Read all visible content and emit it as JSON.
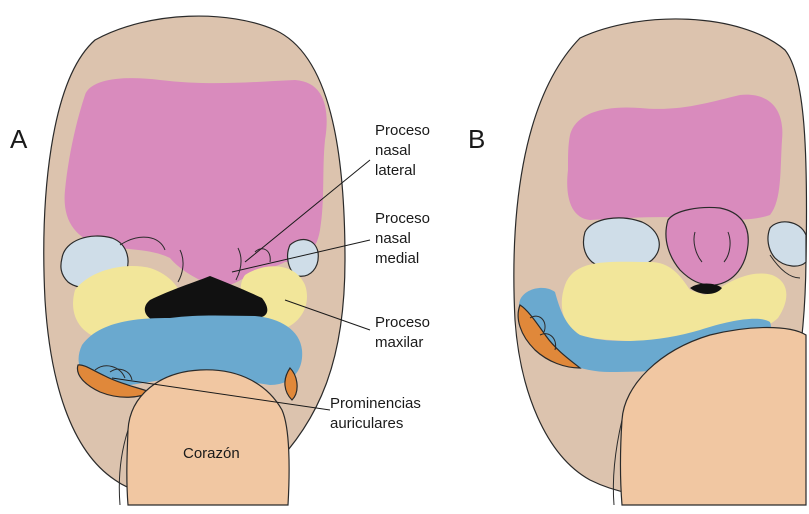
{
  "panels": [
    {
      "letter": "A"
    },
    {
      "letter": "B"
    }
  ],
  "labels": {
    "nasal_lateral": [
      "Proceso",
      "nasal",
      "lateral"
    ],
    "nasal_medial": [
      "Proceso",
      "nasal",
      "medial"
    ],
    "maxilar": [
      "Proceso",
      "maxilar"
    ],
    "prominencias": [
      "Prominencias",
      "auriculares"
    ],
    "corazon": "Corazón"
  },
  "colors": {
    "skin": "#dcc3ae",
    "frontonasal": "#d98bbd",
    "eye": "#cfdde8",
    "maxillary": "#f2e69a",
    "mandibular": "#6aa9cf",
    "auricular": "#e0883a",
    "heart": "#f1c7a2",
    "mouth": "#111111"
  }
}
